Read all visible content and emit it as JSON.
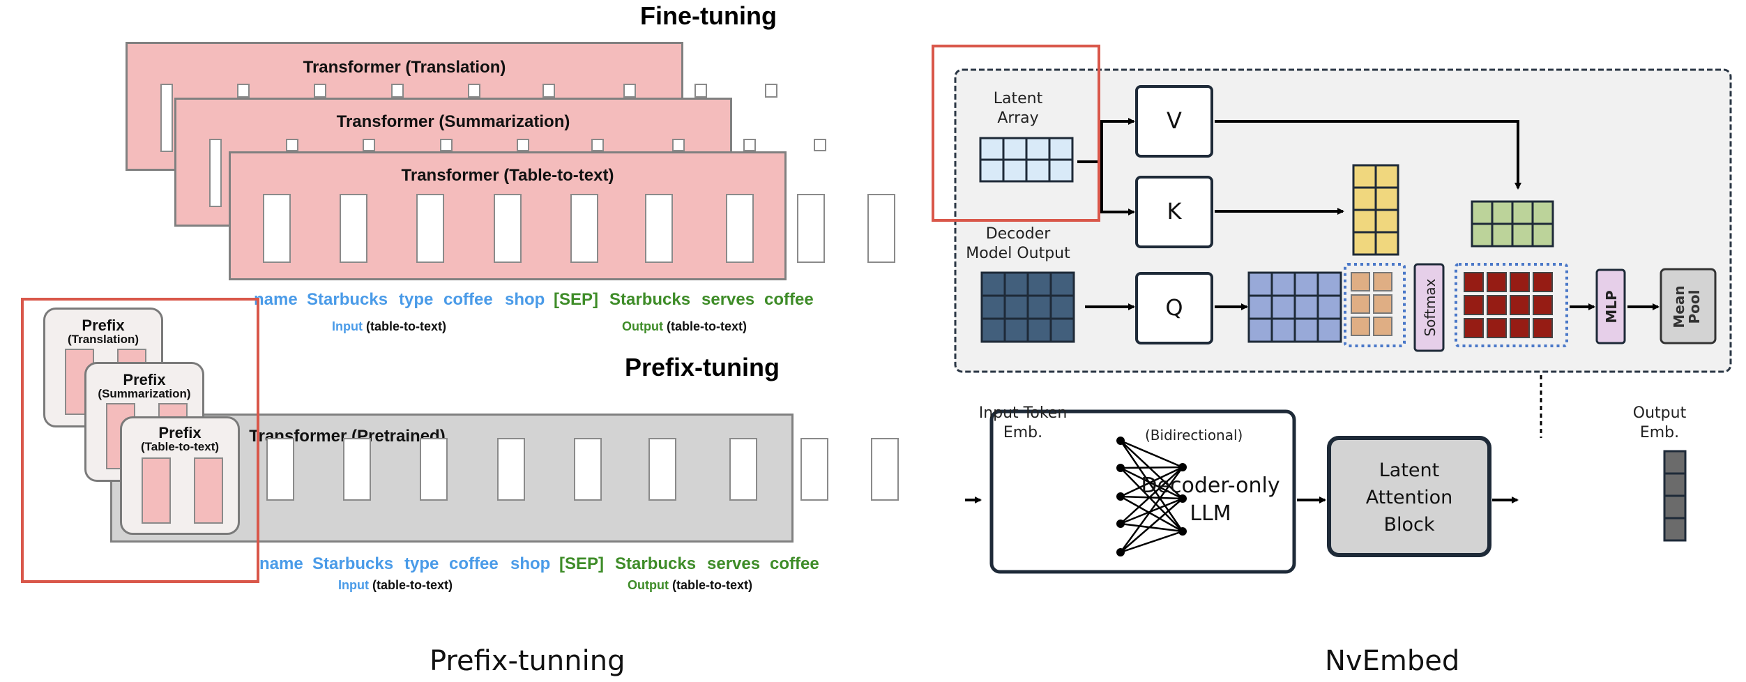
{
  "left": {
    "fine_tuning_header": "Fine-tuning",
    "prefix_tuning_header": "Prefix-tuning",
    "transformers": [
      {
        "title": "Transformer (Translation)"
      },
      {
        "title": "Transformer (Summarization)"
      },
      {
        "title": "Transformer (Table-to-text)"
      }
    ],
    "pretrained_title": "Transformer  (Pretrained)",
    "tokens_input": [
      "name",
      "Starbucks",
      "type",
      "coffee",
      "shop"
    ],
    "tokens_output": [
      "[SEP]",
      "Starbucks",
      "serves",
      "coffee"
    ],
    "input_label": "Input",
    "output_label": "Output",
    "task_label": "(table-to-text)",
    "prefixes": [
      {
        "title": "Prefix",
        "task": "(Translation)"
      },
      {
        "title": "Prefix",
        "task": "(Summarization)"
      },
      {
        "title": "Prefix",
        "task": "(Table-to-text)"
      }
    ],
    "caption": "Prefix-tunning"
  },
  "right": {
    "latent_array_label": [
      "Latent",
      "Array"
    ],
    "decoder_output_label": [
      "Decoder",
      "Model Output"
    ],
    "v_label": "V",
    "k_label": "K",
    "q_label": "Q",
    "softmax_label": "Softmax",
    "mlp_label": "MLP",
    "mean_pool_label": [
      "Mean",
      "Pool"
    ],
    "input_token_label": [
      "Input Token",
      "Emb."
    ],
    "output_emb_label": [
      "Output",
      "Emb."
    ],
    "bidirectional_label": "(Bidirectional)",
    "llm_label": [
      "Decoder-only",
      "LLM"
    ],
    "latent_block_label": [
      "Latent",
      "Attention",
      "Block"
    ],
    "caption": "NvEmbed"
  },
  "colors": {
    "highlight": "#d9574a",
    "transformer_fill": "#f4bcbc",
    "pretrained_fill": "#d3d3d3",
    "input_blue": "#4a9be8",
    "output_green": "#3e8c28",
    "latent_fill": "#d9eaf8",
    "decoder_fill": "#425f7c",
    "key_fill": "#f0d77e",
    "value_fill": "#bcd39a",
    "query_fill": "#98a9d8",
    "score_fill": "#dfae84",
    "attn_fill": "#961c14",
    "softmax_fill": "#e6cfe9"
  }
}
